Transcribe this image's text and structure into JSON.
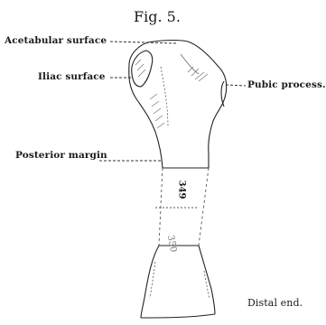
{
  "figure": {
    "title": "Fig. 5.",
    "labels": {
      "acetabular": "Acetabular surface",
      "iliac": "Iliac surface",
      "pubic": "Pubic process.",
      "posterior": "Posterior margin",
      "distal": "Distal end."
    },
    "specimen_numbers": {
      "upper": "349",
      "lower": "350"
    }
  }
}
